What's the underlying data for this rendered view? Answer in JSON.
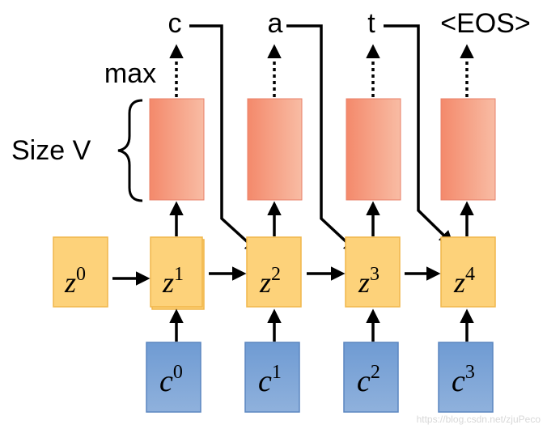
{
  "outputs": [
    "c",
    "a",
    "t",
    "<EOS>"
  ],
  "max_label": "max",
  "size_label": "Size V",
  "hidden_states": [
    {
      "base": "z",
      "sup": "0"
    },
    {
      "base": "z",
      "sup": "1"
    },
    {
      "base": "z",
      "sup": "2"
    },
    {
      "base": "z",
      "sup": "3"
    },
    {
      "base": "z",
      "sup": "4"
    }
  ],
  "inputs": [
    {
      "base": "c",
      "sup": "0"
    },
    {
      "base": "c",
      "sup": "1"
    },
    {
      "base": "c",
      "sup": "2"
    },
    {
      "base": "c",
      "sup": "3"
    }
  ],
  "watermark": "https://blog.csdn.net/zjuPeco",
  "colors": {
    "output_box_left": "#f4896b",
    "output_box_right": "#f8bca4",
    "output_border": "#e8806a",
    "hidden_fill": "#fdd27a",
    "hidden_border": "#f0b64a",
    "input_fill": "#7fa6d6",
    "input_border": "#5b86c0",
    "arrow": "#000000"
  }
}
